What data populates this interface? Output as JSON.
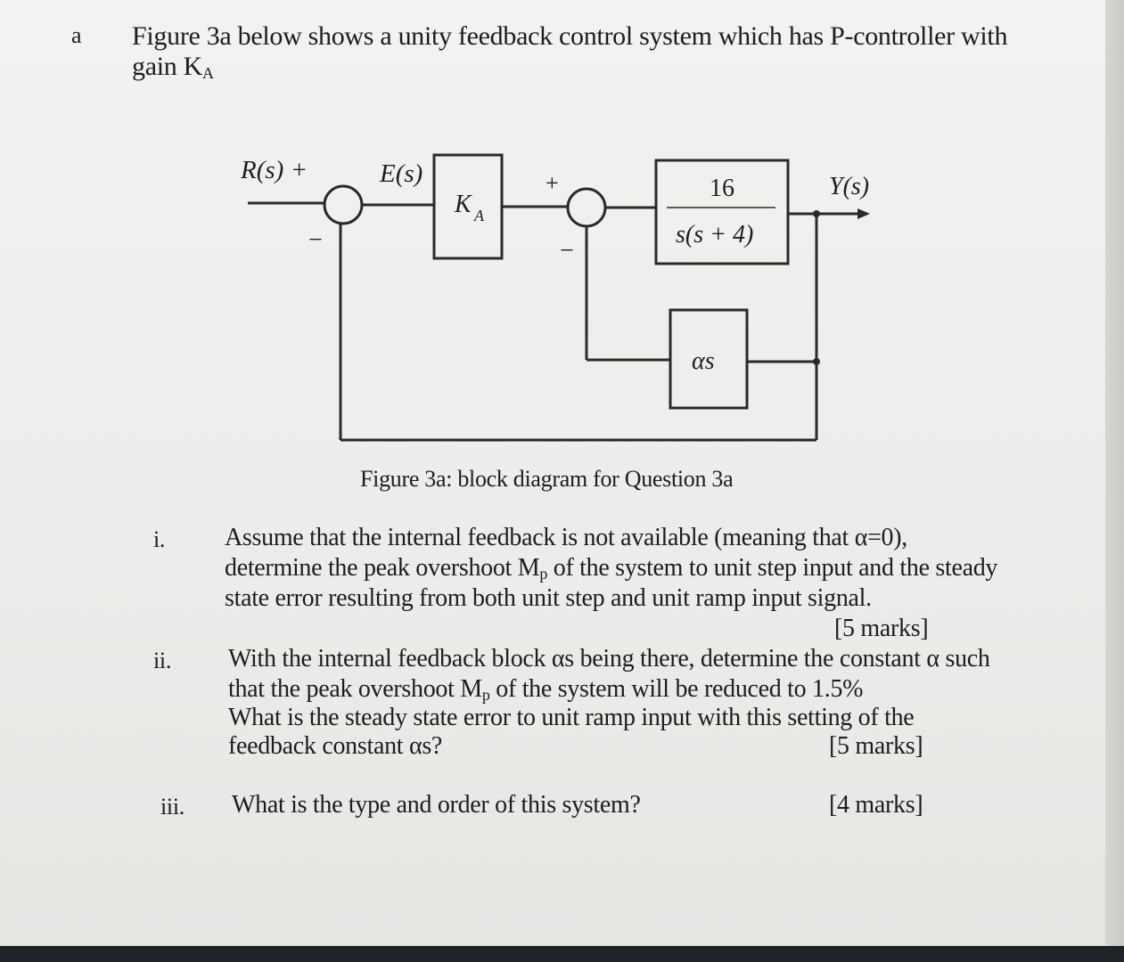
{
  "question": {
    "label": "a",
    "intro_line1": "Figure 3a below shows a unity feedback control system which has P-controller with",
    "intro_line2": "gain K",
    "intro_sub": "A"
  },
  "diagram": {
    "input_label": "R(s) +",
    "error_label": "E(s)",
    "gain_label": "K",
    "gain_sub": "A",
    "plus_label": "+",
    "minus_label_1": "−",
    "minus_label_2": "−",
    "plant_numerator": "16",
    "plant_denominator": "s(s + 4)",
    "output_label": "Y(s)",
    "feedback_block": "αs"
  },
  "caption": "Figure 3a: block diagram for Question 3a",
  "parts": [
    {
      "num": "i.",
      "lines": [
        "Assume that the internal feedback is not available (meaning that α=0),",
        "determine the peak overshoot M",
        "state error resulting from both unit step and unit ramp input signal."
      ],
      "line2_sub": "p",
      "line2_rest": " of the system to unit step input and the steady",
      "marks": "[5 marks]"
    },
    {
      "num": "ii.",
      "lines": [
        "With the internal feedback block αs being there, determine the constant α such",
        "that the peak overshoot M",
        "What is the steady state error to unit ramp input with this setting of the",
        "feedback constant αs?"
      ],
      "line2_sub": "p",
      "line2_rest": " of the system will be reduced to 1.5%",
      "marks": "[5 marks]"
    },
    {
      "num": "iii.",
      "lines": [
        "What is the type and order of this system?"
      ],
      "marks": "[4 marks]"
    }
  ]
}
